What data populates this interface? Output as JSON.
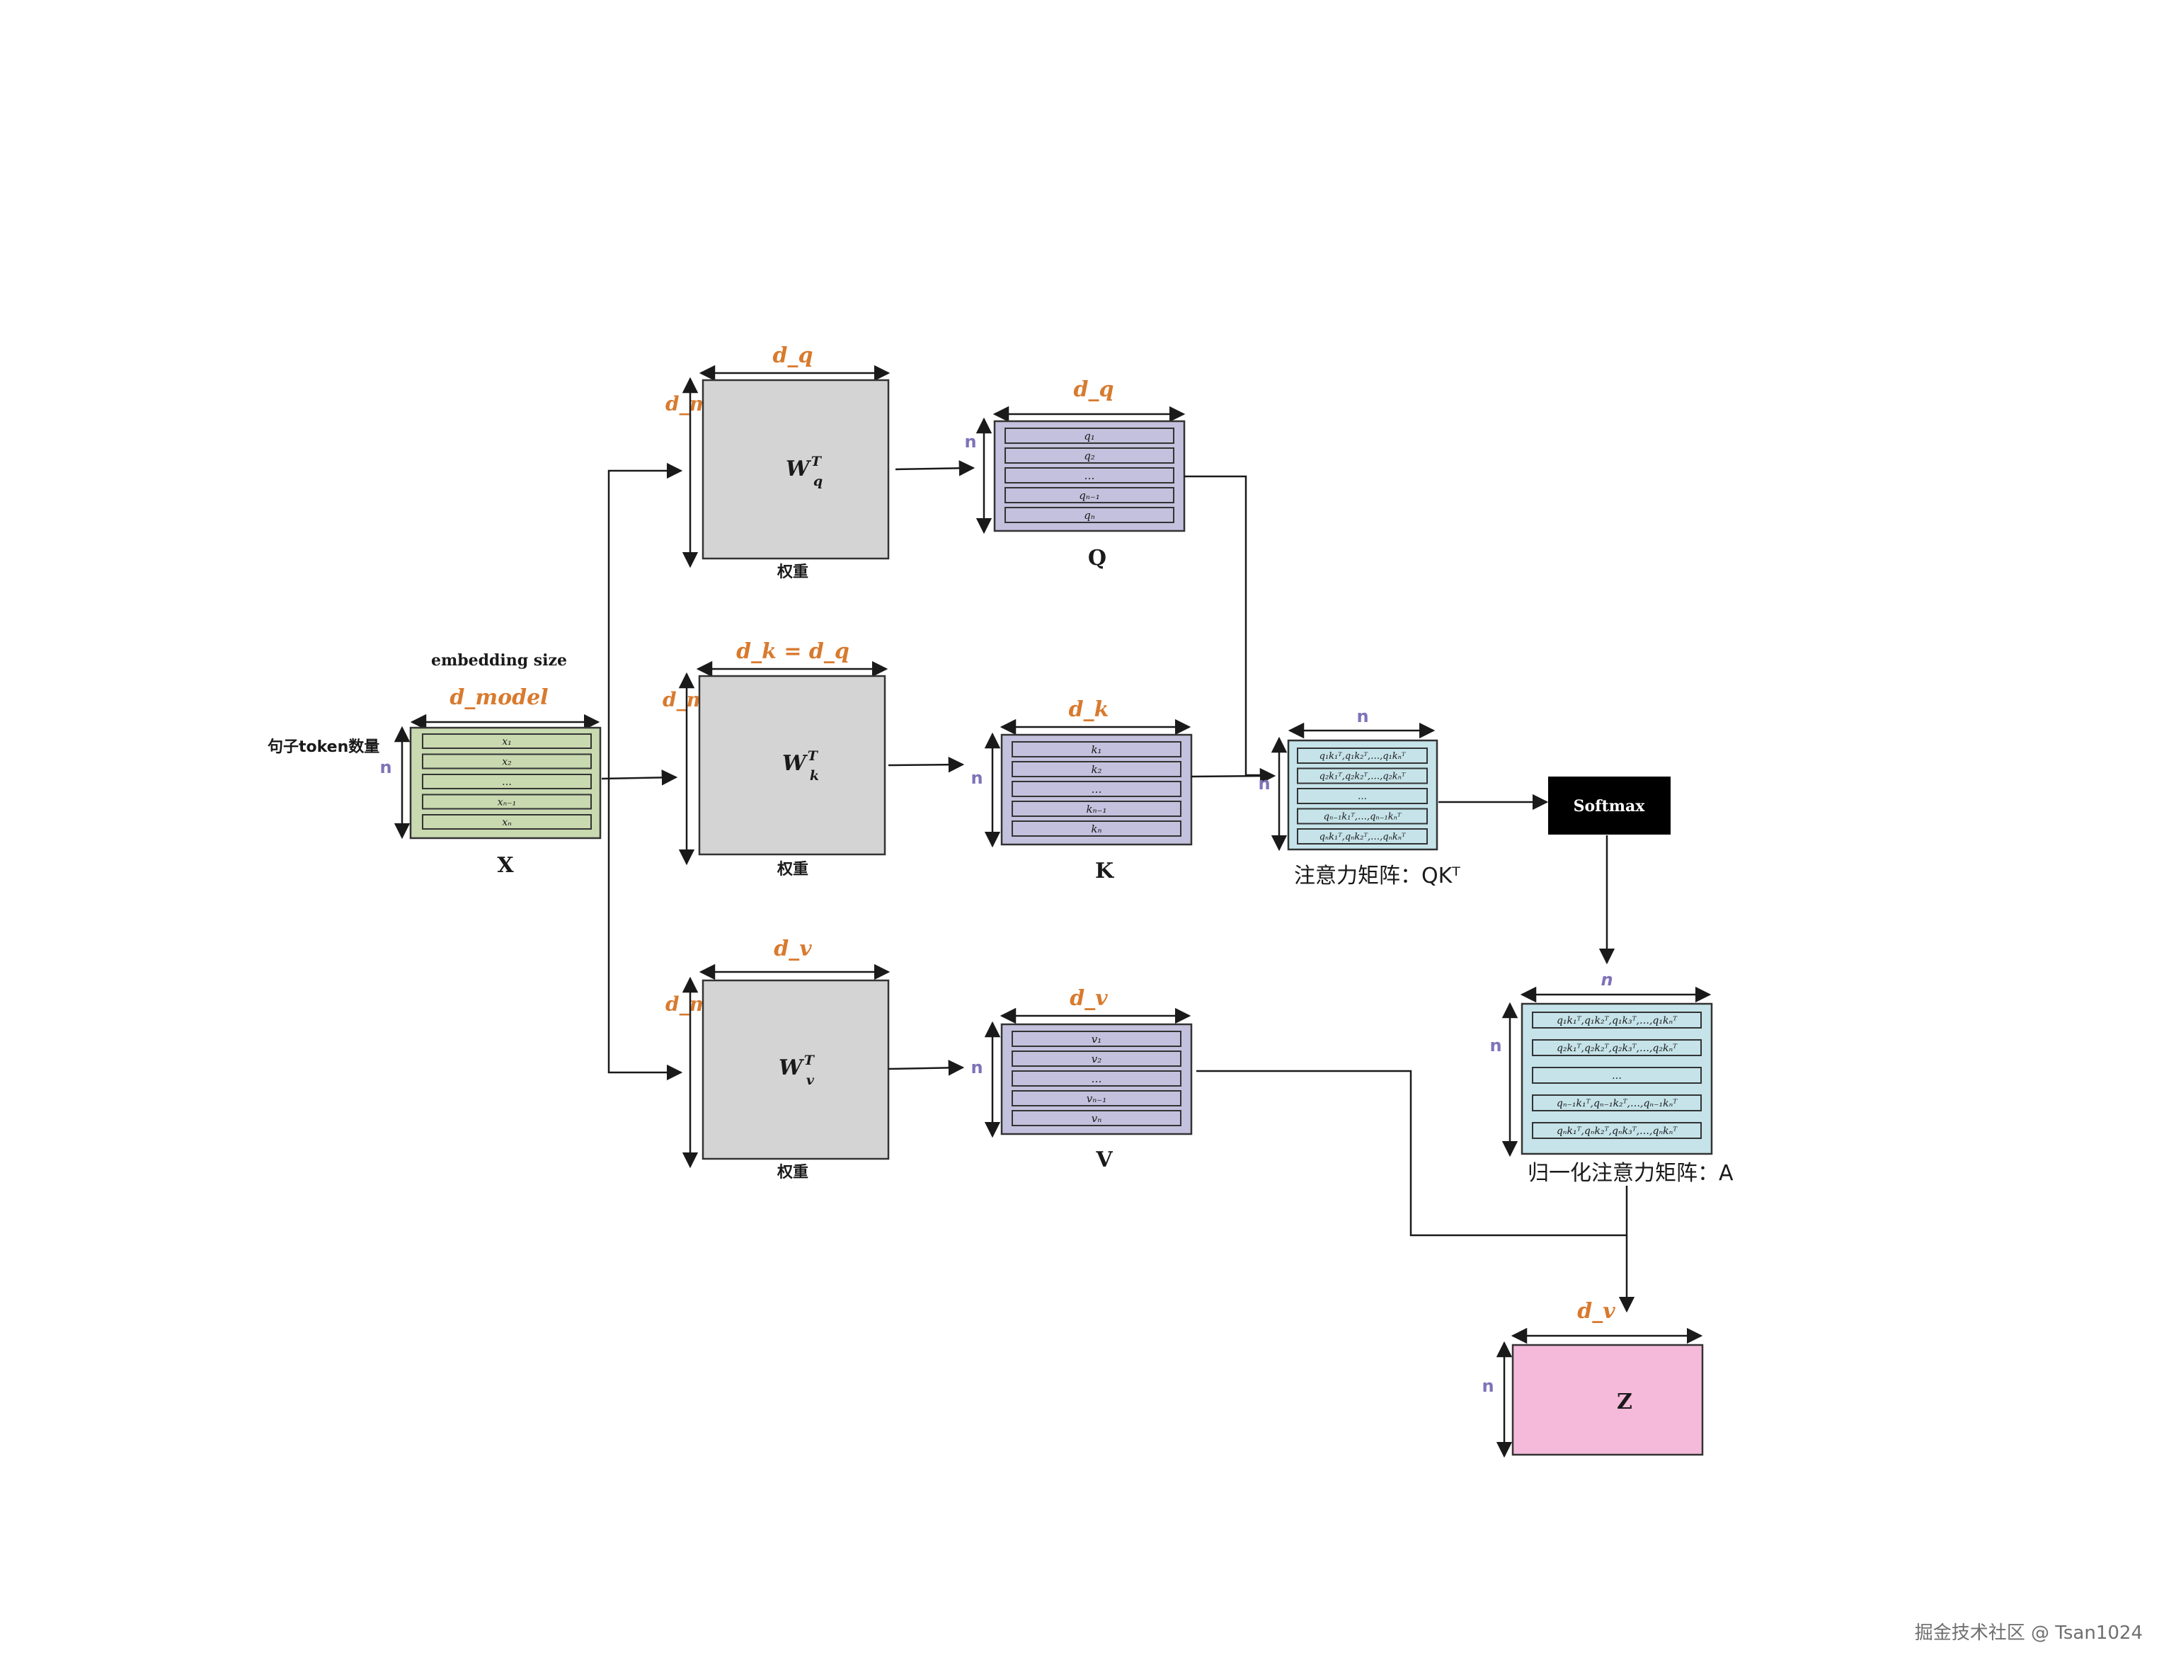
{
  "diagram": {
    "input": {
      "caption": "X",
      "top_label": "embedding size",
      "left_label": "句子token数量",
      "dim_width": "d_model",
      "dim_height": "n",
      "rows": [
        "x₁",
        "x₂",
        "…",
        "xₙ₋₁",
        "xₙ"
      ]
    },
    "weights": [
      {
        "id": "wq",
        "symbol": "W",
        "sub": "q",
        "sup": "T",
        "caption": "权重",
        "dim_width": "d_q",
        "dim_height": "d_model"
      },
      {
        "id": "wk",
        "symbol": "W",
        "sub": "k",
        "sup": "T",
        "caption": "权重",
        "dim_width": "d_k = d_q",
        "dim_height": "d_model"
      },
      {
        "id": "wv",
        "symbol": "W",
        "sub": "v",
        "sup": "T",
        "caption": "权重",
        "dim_width": "d_v",
        "dim_height": "d_model"
      }
    ],
    "projections": [
      {
        "id": "q",
        "caption": "Q",
        "dim_width": "d_q",
        "dim_height": "n",
        "rows": [
          "q₁",
          "q₂",
          "…",
          "qₙ₋₁",
          "qₙ"
        ]
      },
      {
        "id": "k",
        "caption": "K",
        "dim_width": "d_k",
        "dim_height": "n",
        "rows": [
          "k₁",
          "k₂",
          "…",
          "kₙ₋₁",
          "kₙ"
        ]
      },
      {
        "id": "v",
        "caption": "V",
        "dim_width": "d_v",
        "dim_height": "n",
        "rows": [
          "v₁",
          "v₂",
          "…",
          "vₙ₋₁",
          "vₙ"
        ]
      }
    ],
    "scores": {
      "caption": "注意力矩阵：QKᵀ",
      "dim_width": "n",
      "dim_height": "n",
      "rows": [
        "q₁k₁ᵀ,q₁k₂ᵀ,…,q₁kₙᵀ",
        "q₂k₁ᵀ,q₂k₂ᵀ,…,q₂kₙᵀ",
        "…",
        "qₙ₋₁k₁ᵀ,…,qₙ₋₁kₙᵀ",
        "qₙk₁ᵀ,qₙk₂ᵀ,…,qₙkₙᵀ"
      ]
    },
    "softmax": {
      "label": "Softmax"
    },
    "normalized": {
      "caption": "归一化注意力矩阵：A",
      "dim_width": "n",
      "dim_height": "n",
      "rows": [
        "q₁k₁ᵀ,q₁k₂ᵀ,q₁k₃ᵀ,…,q₁kₙᵀ",
        "q₂k₁ᵀ,q₂k₂ᵀ,q₂k₃ᵀ,…,q₂kₙᵀ",
        "…",
        "qₙ₋₁k₁ᵀ,qₙ₋₁k₂ᵀ,…,qₙ₋₁kₙᵀ",
        "qₙk₁ᵀ,qₙk₂ᵀ,qₙk₃ᵀ,…,qₙkₙᵀ"
      ]
    },
    "output": {
      "caption": "Z",
      "dim_width": "d_v",
      "dim_height": "n"
    }
  },
  "watermark": "掘金技术社区 @ Tsan1024",
  "colors": {
    "input_fill": "#c9d9b0",
    "weight_fill": "#d4d4d4",
    "projection_fill": "#c3c1dd",
    "attention_fill": "#c5e3e9",
    "output_fill": "#f5b9da",
    "softmax_fill": "#000000",
    "dim_orange": "#d87a2e",
    "dim_purple": "#7f72b8"
  }
}
